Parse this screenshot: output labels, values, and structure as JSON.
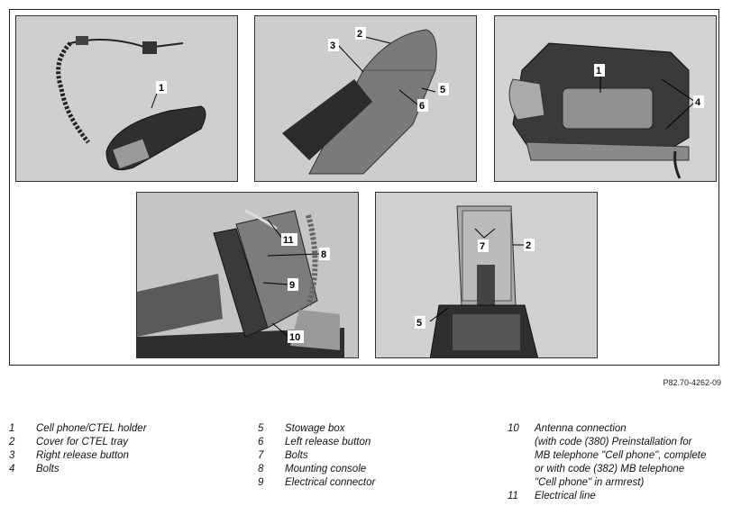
{
  "reference_code": "P82.70-4262-09",
  "callouts": {
    "p1": [
      "1"
    ],
    "p2": [
      "2",
      "3",
      "5",
      "6"
    ],
    "p3": [
      "1",
      "4"
    ],
    "p4": [
      "11",
      "8",
      "9",
      "10"
    ],
    "p5": [
      "7",
      "2",
      "5"
    ]
  },
  "legend": {
    "col1": [
      {
        "num": "1",
        "text": "Cell phone/CTEL holder"
      },
      {
        "num": "2",
        "text": "Cover for CTEL tray"
      },
      {
        "num": "3",
        "text": "Right release button"
      },
      {
        "num": "4",
        "text": "Bolts"
      }
    ],
    "col2": [
      {
        "num": "5",
        "text": "Stowage box"
      },
      {
        "num": "6",
        "text": "Left release button"
      },
      {
        "num": "7",
        "text": "Bolts"
      },
      {
        "num": "8",
        "text": "Mounting console"
      },
      {
        "num": "9",
        "text": "Electrical connector"
      }
    ],
    "col3": [
      {
        "num": "10",
        "text": "Antenna connection\n(with code (380) Preinstallation for\nMB telephone \"Cell phone\", complete\nor with code (382) MB telephone\n\"Cell phone\" in armrest)"
      },
      {
        "num": "11",
        "text": "Electrical line"
      }
    ]
  }
}
